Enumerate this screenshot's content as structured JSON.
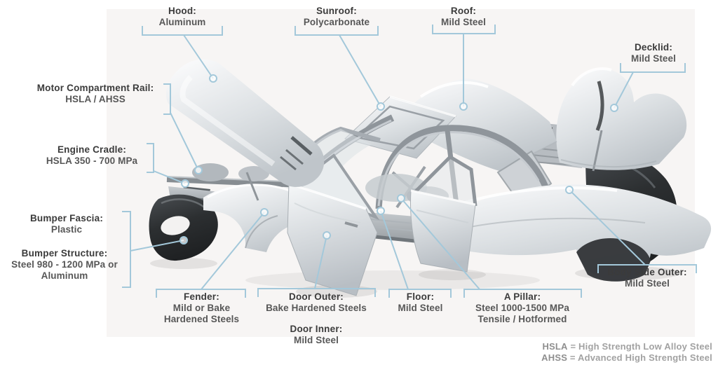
{
  "figure": {
    "title_semantic": "Car body materials diagram",
    "accent_color": "#a3c8da",
    "label_title_color": "#3b3b3b",
    "label_value_color": "#575757",
    "footnote_color": "#a2a2a2",
    "photo_background": "#f7f5f4",
    "page_background": "#ffffff"
  },
  "labels": [
    {
      "id": "hood",
      "title": "Hood:",
      "lines": [
        "Aluminum"
      ]
    },
    {
      "id": "sunroof",
      "title": "Sunroof:",
      "lines": [
        "Polycarbonate"
      ]
    },
    {
      "id": "roof",
      "title": "Roof:",
      "lines": [
        "Mild Steel"
      ]
    },
    {
      "id": "decklid",
      "title": "Decklid:",
      "lines": [
        "Mild Steel"
      ]
    },
    {
      "id": "motor-compartment-rail",
      "title": "Motor Compartment Rail:",
      "lines": [
        "HSLA / AHSS"
      ]
    },
    {
      "id": "engine-cradle",
      "title": "Engine Cradle:",
      "lines": [
        "HSLA 350 - 700 MPa"
      ]
    },
    {
      "id": "bumper-fascia",
      "title": "Bumper Fascia:",
      "lines": [
        "Plastic"
      ]
    },
    {
      "id": "bumper-structure",
      "title": "Bumper Structure:",
      "lines": [
        "Steel 980 - 1200 MPa or",
        "Aluminum"
      ]
    },
    {
      "id": "fender",
      "title": "Fender:",
      "lines": [
        "Mild or Bake",
        "Hardened Steels"
      ]
    },
    {
      "id": "door-outer",
      "title": "Door Outer:",
      "lines": [
        "Bake Hardened Steels"
      ]
    },
    {
      "id": "door-inner",
      "title": "Door Inner:",
      "lines": [
        "Mild Steel"
      ]
    },
    {
      "id": "floor",
      "title": "Floor:",
      "lines": [
        "Mild Steel"
      ]
    },
    {
      "id": "a-pillar",
      "title": "A Pillar:",
      "lines": [
        "Steel 1000-1500 MPa",
        "Tensile / Hotformed"
      ]
    },
    {
      "id": "body-side-outer",
      "title": "Body Side Outer:",
      "lines": [
        "Mild Steel"
      ]
    }
  ],
  "footnotes": [
    {
      "term": "HSLA",
      "definition": "= High Strength Low Alloy Steel"
    },
    {
      "term": "AHSS",
      "definition": "= Advanced High Strength Steel"
    }
  ]
}
